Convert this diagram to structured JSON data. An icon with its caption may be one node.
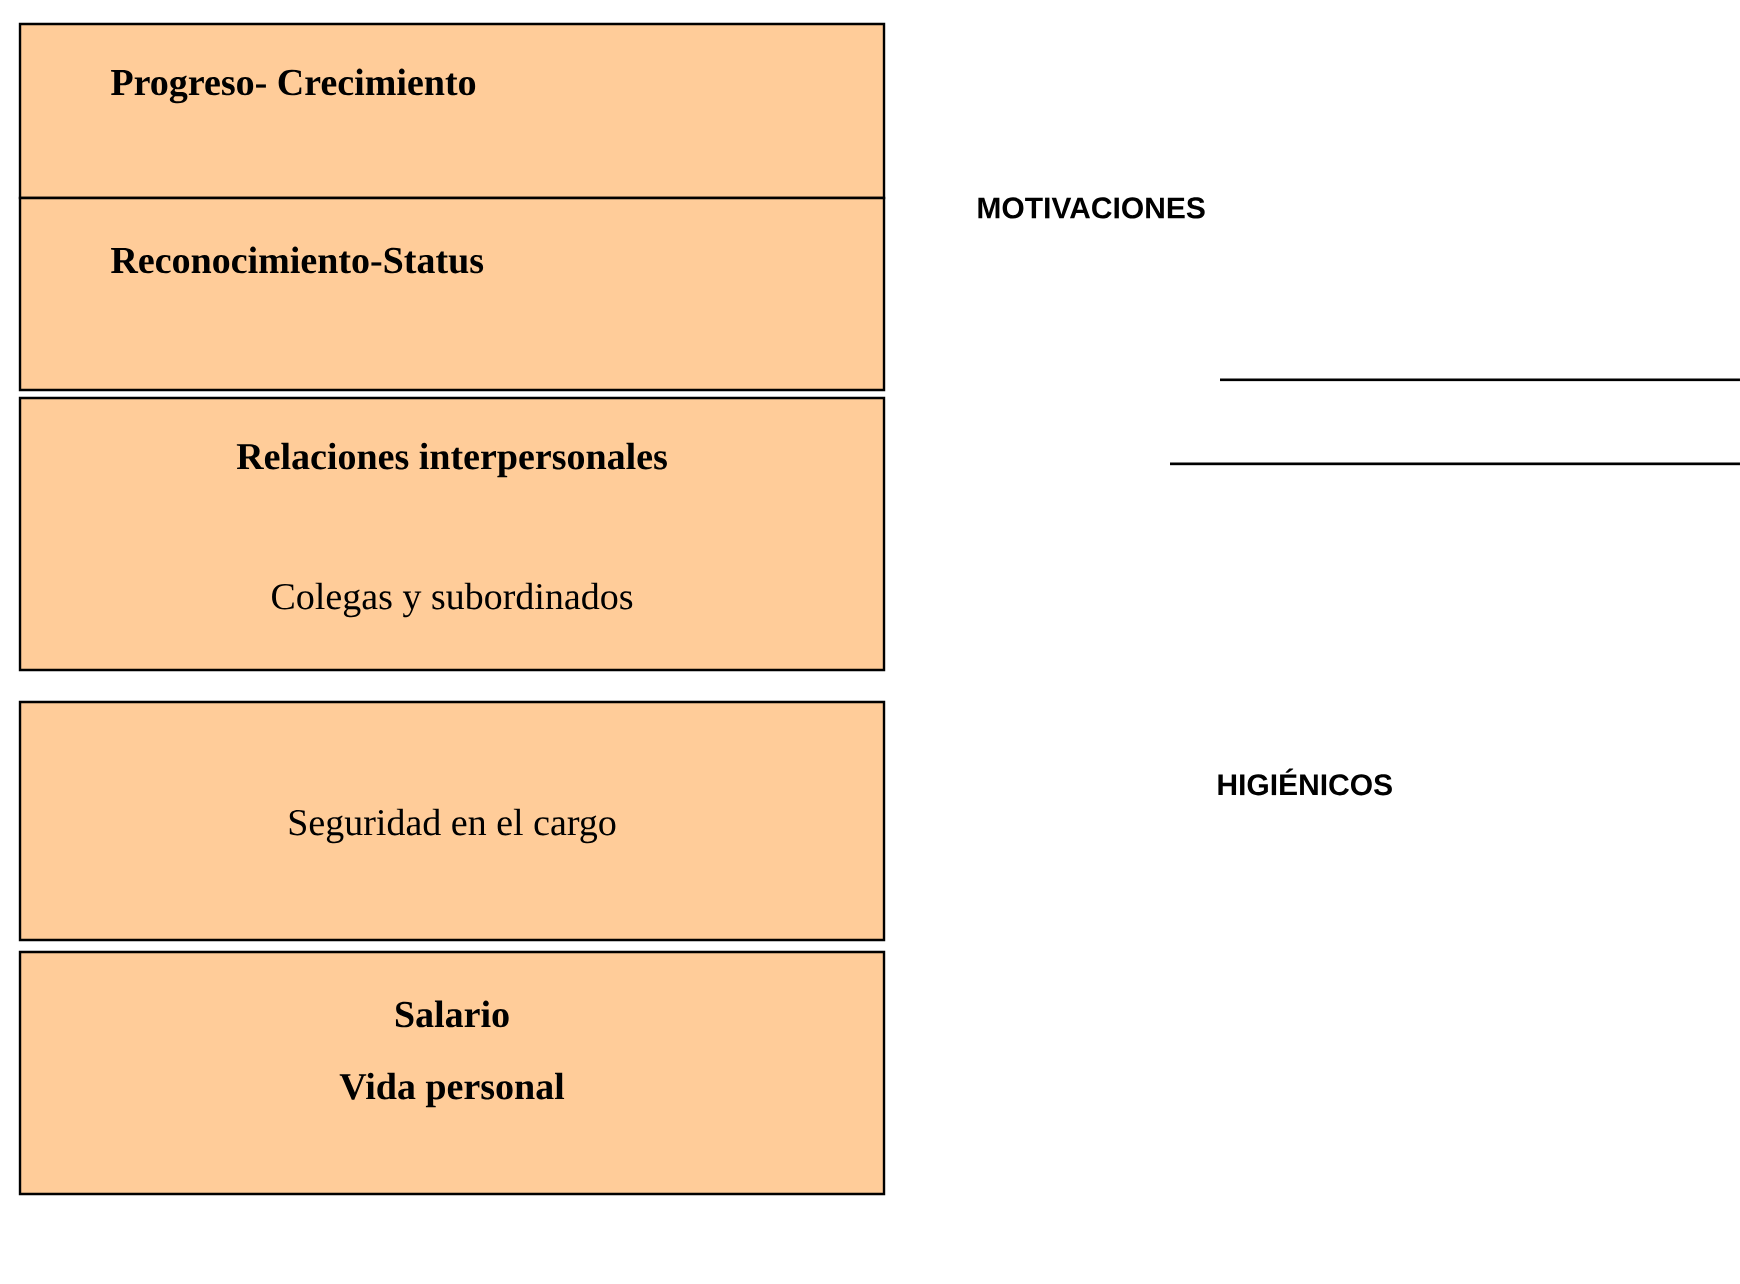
{
  "diagram": {
    "nodes": [
      {
        "text": [
          "Progreso- Crecimiento"
        ]
      },
      {
        "text": [
          "Reconocimiento-Status"
        ]
      },
      {
        "text": [
          "Relaciones interpersonales",
          "Colegas y subordinados"
        ]
      },
      {
        "text": [
          "Seguridad en el cargo"
        ]
      },
      {
        "text": [
          "Salario",
          "Vida personal"
        ]
      }
    ],
    "labels": [
      "MOTIVACIONES",
      "HIGIÉNICOS"
    ]
  }
}
